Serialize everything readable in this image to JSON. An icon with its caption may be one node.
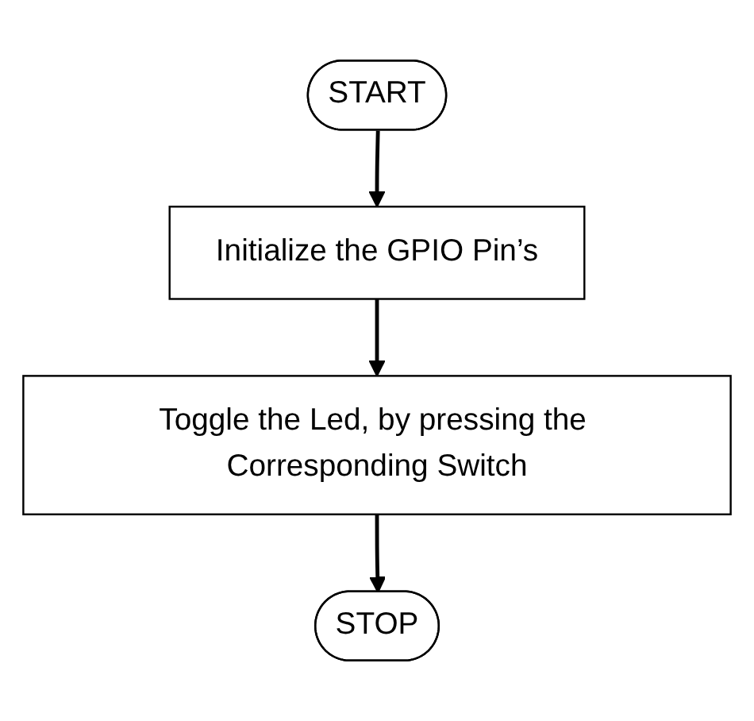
{
  "diagram": {
    "nodes": [
      {
        "text": [
          "START"
        ]
      },
      {
        "text": [
          "Initialize the GPIO Pin’s"
        ]
      },
      {
        "text": [
          "Toggle the Led, by pressing the Corresponding Switch"
        ]
      },
      {
        "text": [
          "STOP"
        ]
      }
    ],
    "edges": [
      {
        "from": 0,
        "to": 1,
        "arrow": "to"
      },
      {
        "from": 1,
        "to": 2,
        "arrow": "to"
      },
      {
        "from": 2,
        "to": 3,
        "arrow": "to"
      }
    ]
  }
}
